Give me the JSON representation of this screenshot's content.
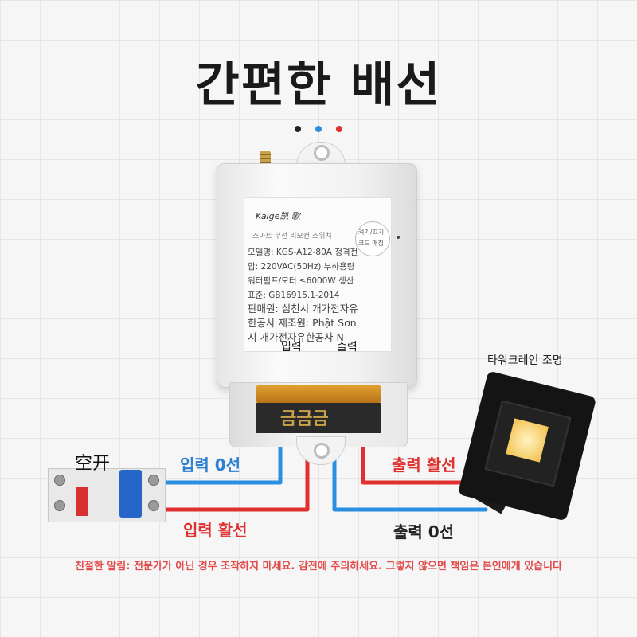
{
  "title": "간편한 배선",
  "dots": {
    "colors": [
      "#222222",
      "#2a8fe0",
      "#e03030"
    ]
  },
  "device": {
    "brand": "Kaige凯 歌",
    "label_lines": [
      "스마트 무선 리모컨 스위치",
      "모델명: KGS-A12-80A 정격전",
      "압: 220VAC(50Hz) 부하용량",
      "워터펌프/모터 ≤6000W 생산",
      "표준: GB16915.1-2014",
      "판매원: 심천시 개가전자유",
      "한공사 제조원: Phật Sơn",
      "시 개가전자유한공사 N"
    ],
    "button_text": [
      "켜기/끄기",
      "코드 매칭"
    ],
    "input_label": "입력",
    "output_label": "출력",
    "terminal_glyphs": "금금금"
  },
  "breaker": {
    "label": "空开"
  },
  "lamp": {
    "label": "타워크레인 조명"
  },
  "wires": {
    "input_neutral": "입력 0선",
    "input_live": "입력 활선",
    "output_live": "출력 활선",
    "output_neutral": "출력 0선",
    "colors": {
      "neutral": "#2a8fe0",
      "live": "#e03030"
    }
  },
  "notice": "친절한 알림: 전문가가 아닌 경우 조작하지 마세요. 감전에 주의하세요. 그렇지 않으면 책임은 본인에게 있습니다"
}
